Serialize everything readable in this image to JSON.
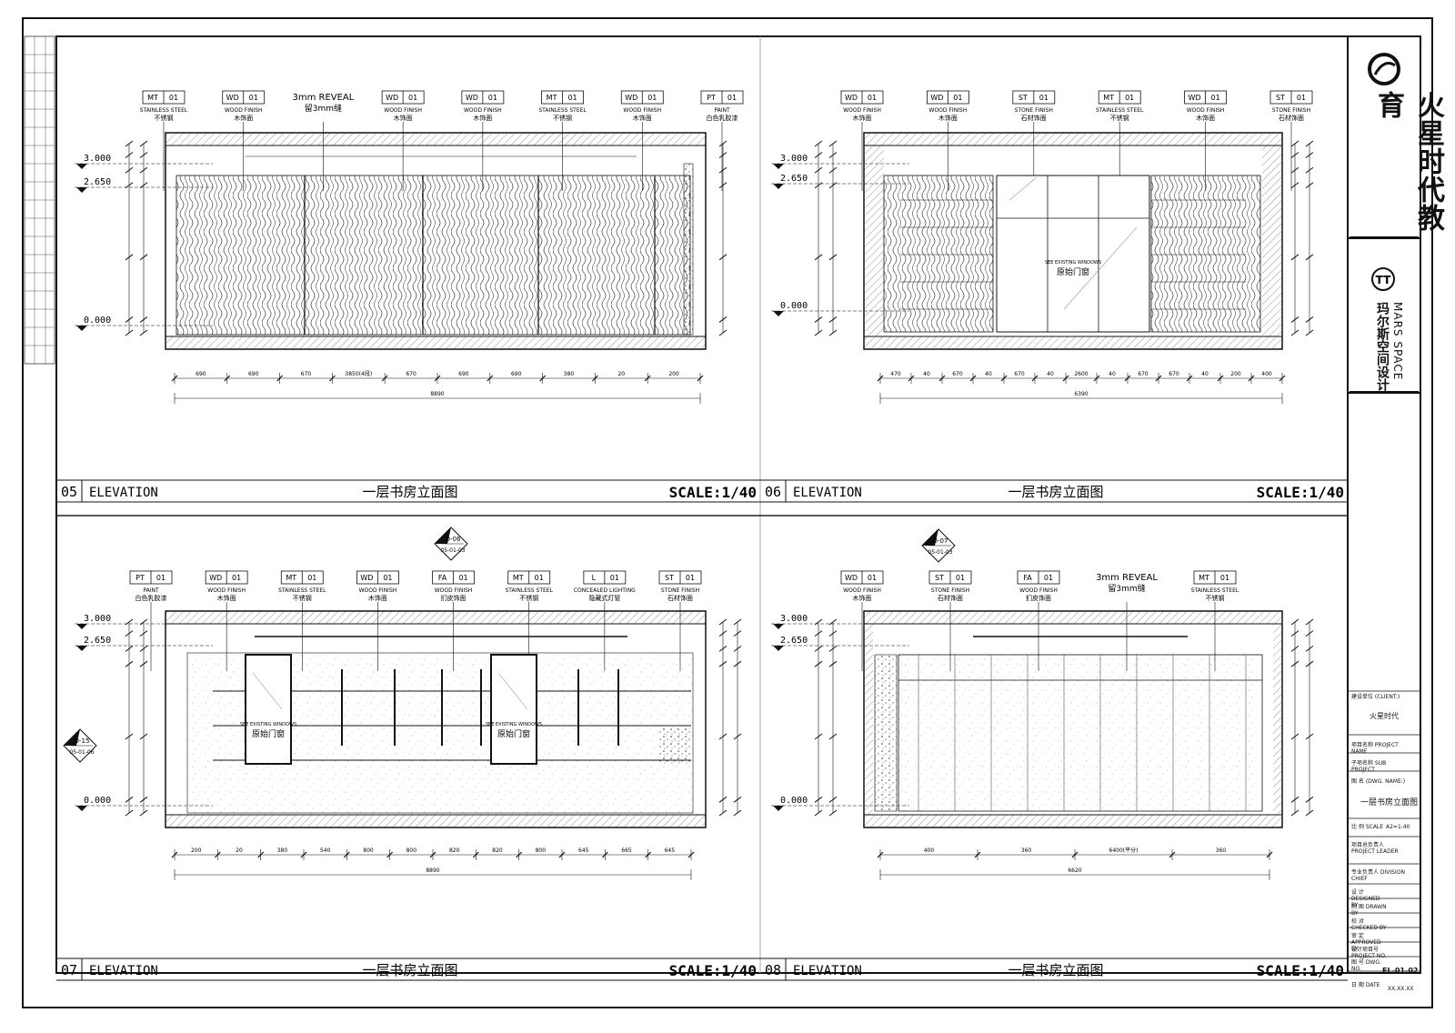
{
  "title_block": {
    "company_cn": "火星时代教育",
    "designer_en": "MARS SPACE",
    "designer_cn": "玛尔斯空间设计",
    "client_label": "建设单位 (CLIENT:)",
    "client": "火星时代",
    "project_label": "项目名称 PROJECT NAME",
    "sub_project_label": "子项名称 SUB PROJECT",
    "drawing_name_label": "图 名 (DWG. NAME:)",
    "drawing_name": "一层书房立面图",
    "scale_label": "比 例 SCALE",
    "scale": "A2=1:40",
    "leader_label": "项目总负责人 PROJECT LEADER",
    "chief_label": "专业负责人 DIVISION CHIEF",
    "designed_label": "设 计 DESIGNED BY",
    "drawn_label": "制 图 DRAWN BY",
    "checked_label": "校 对 CHECKED BY",
    "approved_label": "审 定 APPROVED BY",
    "project_no_label": "设计项目号 PROJECT NO.",
    "dwg_no_label": "图 号 DWG. NO.",
    "date_label": "日 期 DATE",
    "dwg_no": "EL-01-02",
    "date": "XX.XX.XX"
  },
  "elevations": [
    {
      "no": "05",
      "label": "ELEVATION",
      "title": "一层书房立面图",
      "scale": "SCALE:1/40"
    },
    {
      "no": "06",
      "label": "ELEVATION",
      "title": "一层书房立面图",
      "scale": "SCALE:1/40"
    },
    {
      "no": "07",
      "label": "ELEVATION",
      "title": "一层书房立面图",
      "scale": "SCALE:1/40"
    },
    {
      "no": "08",
      "label": "ELEVATION",
      "title": "一层书房立面图",
      "scale": "SCALE:1/40"
    }
  ],
  "levels": {
    "top": "3.000",
    "ceiling": "2.650",
    "floor": "0.000"
  },
  "tags": {
    "p05": [
      {
        "code": "MT",
        "num": "01",
        "en": "STAINLESS STEEL",
        "cn": "不锈钢"
      },
      {
        "code": "WD",
        "num": "01",
        "en": "WOOD FINISH",
        "cn": "木饰面"
      },
      {
        "code": "",
        "num": "",
        "en": "3mm REVEAL",
        "cn": "留3mm缝"
      },
      {
        "code": "WD",
        "num": "01",
        "en": "WOOD FINISH",
        "cn": "木饰面"
      },
      {
        "code": "WD",
        "num": "01",
        "en": "WOOD FINISH",
        "cn": "木饰面"
      },
      {
        "code": "MT",
        "num": "01",
        "en": "STAINLESS STEEL",
        "cn": "不锈钢"
      },
      {
        "code": "WD",
        "num": "01",
        "en": "WOOD FINISH",
        "cn": "木饰面"
      },
      {
        "code": "PT",
        "num": "01",
        "en": "PAINT",
        "cn": "白色乳胶漆"
      }
    ],
    "p06": [
      {
        "code": "WD",
        "num": "01",
        "en": "WOOD FINISH",
        "cn": "木饰面"
      },
      {
        "code": "WD",
        "num": "01",
        "en": "WOOD FINISH",
        "cn": "木饰面"
      },
      {
        "code": "ST",
        "num": "01",
        "en": "STONE FINISH",
        "cn": "石材饰面"
      },
      {
        "code": "MT",
        "num": "01",
        "en": "STAINLESS STEEL",
        "cn": "不锈钢"
      },
      {
        "code": "WD",
        "num": "01",
        "en": "WOOD FINISH",
        "cn": "木饰面"
      },
      {
        "code": "ST",
        "num": "01",
        "en": "STONE FINISH",
        "cn": "石材饰面"
      }
    ],
    "p07": [
      {
        "code": "PT",
        "num": "01",
        "en": "PAINT",
        "cn": "白色乳胶漆"
      },
      {
        "code": "WD",
        "num": "01",
        "en": "WOOD FINISH",
        "cn": "木饰面"
      },
      {
        "code": "MT",
        "num": "01",
        "en": "STAINLESS STEEL",
        "cn": "不锈钢"
      },
      {
        "code": "WD",
        "num": "01",
        "en": "WOOD FINISH",
        "cn": "木饰面"
      },
      {
        "code": "FA",
        "num": "01",
        "en": "WOOD FINISH",
        "cn": "扪皮饰面"
      },
      {
        "code": "MT",
        "num": "01",
        "en": "STAINLESS STEEL",
        "cn": "不锈钢"
      },
      {
        "code": "L",
        "num": "01",
        "en": "CONCEALED LIGHTING",
        "cn": "隐藏式灯管"
      },
      {
        "code": "ST",
        "num": "01",
        "en": "STONE FINISH",
        "cn": "石材饰面"
      }
    ],
    "p08": [
      {
        "code": "WD",
        "num": "01",
        "en": "WOOD FINISH",
        "cn": "木饰面"
      },
      {
        "code": "ST",
        "num": "01",
        "en": "STONE FINISH",
        "cn": "石材饰面"
      },
      {
        "code": "FA",
        "num": "01",
        "en": "WOOD FINISH",
        "cn": "扪皮饰面"
      },
      {
        "code": "",
        "num": "",
        "en": "3mm REVEAL",
        "cn": "留3mm缝"
      },
      {
        "code": "MT",
        "num": "01",
        "en": "STAINLESS STEEL",
        "cn": "不锈钢"
      }
    ]
  },
  "notes": {
    "window": "原始门窗",
    "see_window": "SEE EXISTING WINDOWS"
  },
  "dims": {
    "p05": [
      "690",
      "690",
      "670",
      "3850(4段)",
      "670",
      "690",
      "690",
      "380",
      "20",
      "200"
    ],
    "p05_total": "8890",
    "p06": [
      "470",
      "40",
      "670",
      "40",
      "670",
      "40",
      "2600",
      "40",
      "670",
      "670",
      "40",
      "200",
      "400"
    ],
    "p06_total": "6390",
    "p07": [
      "200",
      "20",
      "380",
      "540",
      "800",
      "800",
      "820",
      "820",
      "800",
      "645",
      "665",
      "645"
    ],
    "p07_total": "8890",
    "p08": [
      "400",
      "360",
      "6400(平分)",
      "360"
    ],
    "p08_total": "6620"
  },
  "section_marks": [
    {
      "top": "D-06",
      "bottom": "05-01-03"
    },
    {
      "top": "D-07",
      "bottom": "05-01-03"
    },
    {
      "top": "D-15",
      "bottom": "05-01-06"
    }
  ]
}
